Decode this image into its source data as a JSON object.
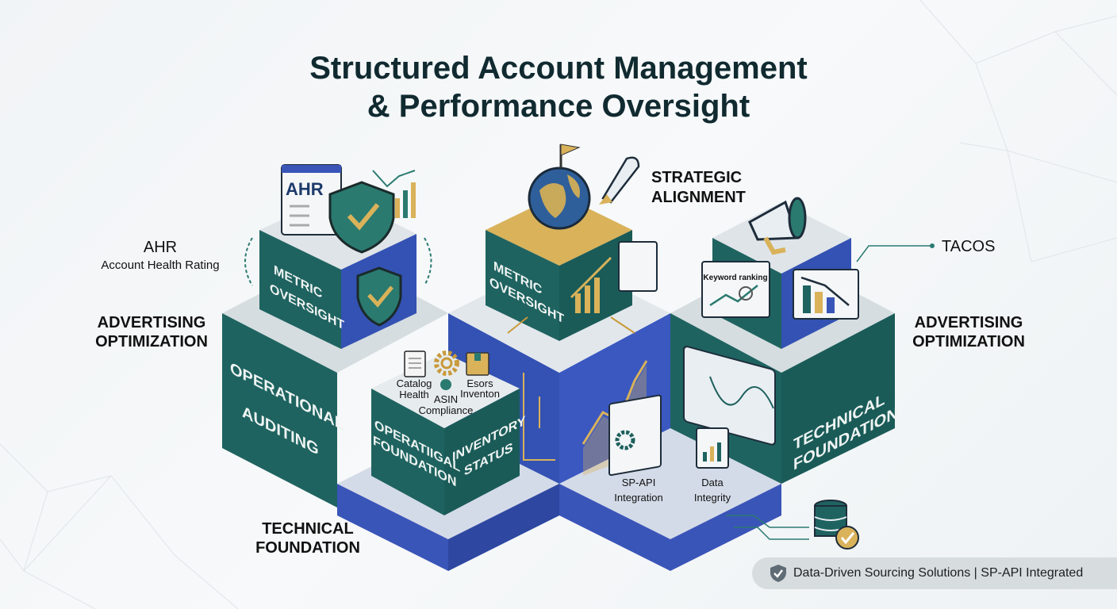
{
  "title": {
    "line1": "Structured Account Management",
    "line2": "& Performance Oversight"
  },
  "side_labels": {
    "ahr": "AHR",
    "ahr_sub": "Account Health Rating",
    "adv_left_1": "ADVERTISING",
    "adv_left_2": "OPTIMIZATION",
    "tech_1": "TECHNICAL",
    "tech_2": "FOUNDATION",
    "strategic_1": "STRATEGIC",
    "strategic_2": "ALIGNMENT",
    "tacos": "TACOS",
    "adv_right_1": "ADVERTISING",
    "adv_right_2": "OPTIMIZATION"
  },
  "faces": {
    "metric_left_1": "METRIC",
    "metric_left_2": "OVERSIGHT",
    "metric_center_1": "METRIC",
    "metric_center_2": "OVERSIGHT",
    "op_audit_1": "OPERATIONAL",
    "op_audit_2": "AUDITING",
    "op_found_1": "OPERATIIGAL",
    "op_found_2": "FOUNDATION",
    "inventory_1": "INVENTORY",
    "inventory_2": "STATUS",
    "tech_found_1": "TECHNICAL",
    "tech_found_2": "FOUNDATION"
  },
  "icon_labels": {
    "ahr_card": "AHR",
    "catalog_1": "Catalog",
    "catalog_2": "Health",
    "asin_1": "ASIN",
    "asin_2": "Compliance",
    "esors_1": "Esors",
    "esors_2": "Inventon",
    "spapi_1": "SP-API",
    "spapi_2": "Integration",
    "data_1": "Data",
    "data_2": "Integrity",
    "keyword": "Keyword ranking"
  },
  "footer": {
    "text": "Data-Driven Sourcing Solutions | SP-API Integrated"
  },
  "colors": {
    "teal": "#1d5f5c",
    "blue": "#3a55b8",
    "gold": "#d9b25a",
    "light": "#dde3e6"
  }
}
